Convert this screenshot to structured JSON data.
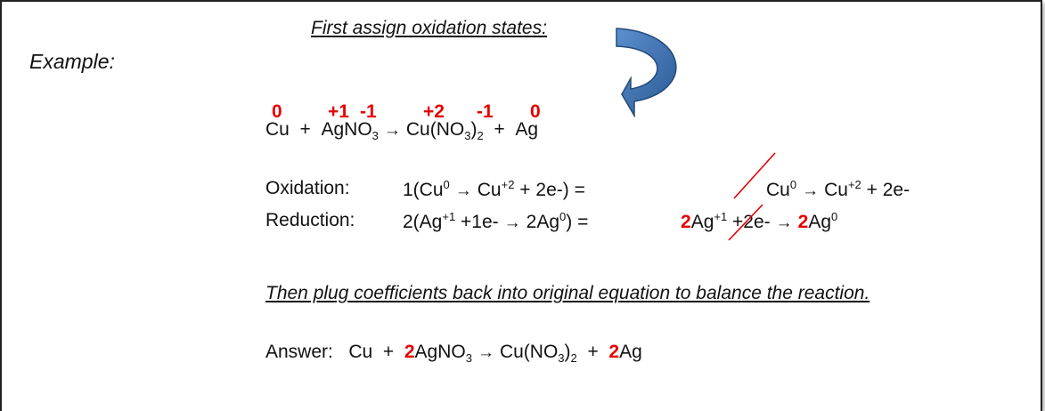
{
  "header": {
    "first_step": "First assign oxidation states:"
  },
  "example_label": "Example:",
  "oxidation_states": [
    "0",
    "+1",
    "-1",
    "+2",
    "-1",
    "0"
  ],
  "equation": {
    "cu": "Cu",
    "plus1": "+",
    "ag": "Ag",
    "no": "NO",
    "sub3": "3",
    "arrow": "→",
    "cu2": "Cu(NO",
    "sub3b": "3",
    "paren": ")",
    "sub2": "2",
    "plus2": "+",
    "ag2": "Ag"
  },
  "oxidation_line": {
    "label": "Oxidation:",
    "left": "1(Cu",
    "sup0": "0",
    "arrow": "→",
    "cu": "Cu",
    "sup2": "+2",
    "tail": "+ 2e-) =",
    "r_cu": "Cu",
    "r_sup0": "0",
    "r_arrow": "→",
    "r_cu2": "Cu",
    "r_sup2": "+2",
    "r_tail": "+ 2e-"
  },
  "reduction_line": {
    "label": "Reduction:",
    "left": "2(Ag",
    "sup1": "+1",
    "mid": "+1e-",
    "arrow": "→",
    "ag0": "2Ag",
    "sup0": "0",
    "close": ") =",
    "coef": "2",
    "r_ag": "Ag",
    "r_sup1": "+1",
    "r_e": "+2e-",
    "r_arrow": "→",
    "r_coef": "2",
    "r_ag0": "Ag",
    "r_sup0": "0"
  },
  "then_step": "Then plug coefficients back into original equation to balance the reaction.",
  "answer": {
    "label": "Answer:",
    "cu": "Cu",
    "plus1": "+",
    "coef1": "2",
    "agno": "AgNO",
    "sub3": "3",
    "arrow": "→",
    "cuno": "Cu(NO",
    "sub3b": "3",
    "paren": ")",
    "sub2": "2",
    "plus2": "+",
    "coef2": "2",
    "ag": "Ag"
  },
  "colors": {
    "accent_red": "#e60000",
    "arrow_blue": "#3a6ea8"
  }
}
